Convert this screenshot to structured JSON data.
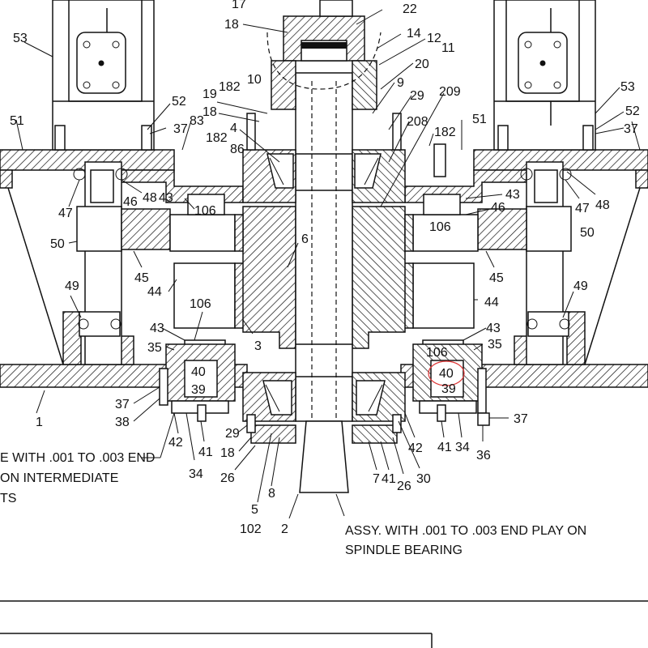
{
  "diagram": {
    "labels": {
      "l17": "17",
      "l18a": "18",
      "l22": "22",
      "l14": "14",
      "l12": "12",
      "l11": "11",
      "l20": "20",
      "l10": "10",
      "l9": "9",
      "l29a": "29",
      "l209": "209",
      "l208": "208",
      "l53a": "53",
      "l53b": "53",
      "l52a": "52",
      "l37a": "37",
      "l51a": "51",
      "l83": "83",
      "l19": "19",
      "l182a": "182",
      "l18b": "18",
      "l4": "4",
      "l182b": "182",
      "l86": "86",
      "l182c": "182",
      "l51b": "51",
      "l52b": "52",
      "l37b": "37",
      "l47a": "47",
      "l46a": "46",
      "l48a": "48",
      "l43a": "43",
      "l106a": "106",
      "l47b": "47",
      "l48b": "48",
      "l43b": "43",
      "l106b": "106",
      "l46b": "46",
      "l50a": "50",
      "l50b": "50",
      "l6": "6",
      "l45a": "45",
      "l45b": "45",
      "l44a": "44",
      "l44b": "44",
      "l49a": "49",
      "l49b": "49",
      "l106c": "106",
      "l43c": "43",
      "l35a": "35",
      "l3": "3",
      "l40a": "40",
      "l39a": "39",
      "l106d": "106",
      "l43d": "43",
      "l35b": "35",
      "l40b": "40",
      "l39b": "39",
      "l1": "1",
      "l37c": "37",
      "l38": "38",
      "l42a": "42",
      "l41a": "41",
      "l34a": "34",
      "l29b": "29",
      "l18c": "18",
      "l26a": "26",
      "l5": "5",
      "l102": "102",
      "l8": "8",
      "l2": "2",
      "l7": "7",
      "l41b": "41",
      "l26b": "26",
      "l30": "30",
      "l42b": "42",
      "l41c": "41",
      "l34b": "34",
      "l36": "36",
      "l37d": "37"
    },
    "notes": {
      "left_line1": "E WITH .001 TO .003 END",
      "left_line2": "ON INTERMEDIATE",
      "left_line3": "TS",
      "right_line1": "ASSY. WITH .001 TO .003 END PLAY ON",
      "right_line2": "SPINDLE BEARING"
    },
    "highlight_color": "#dd3333"
  }
}
